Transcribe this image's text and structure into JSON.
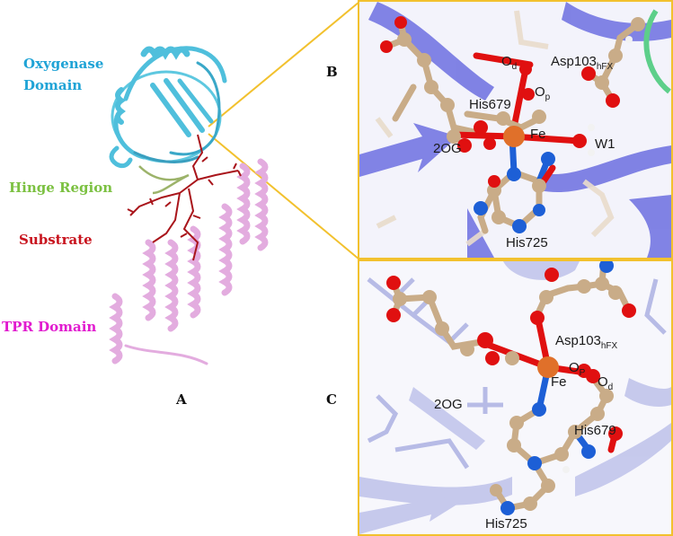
{
  "figure": {
    "panel_a": {
      "letter": "A",
      "labels": {
        "oxygenase_line1": "Oxygenase",
        "oxygenase_line2": "Domain",
        "hinge": "Hinge Region",
        "substrate": "Substrate",
        "tpr": "TPR Domain"
      },
      "colors": {
        "oxygenase": "#1fa3d6",
        "hinge": "#7cc142",
        "substrate": "#c8141e",
        "tpr": "#e11bcf",
        "oxygenase_ribbon": "#5cc6df",
        "tpr_ribbon": "#e7b3e3",
        "substrate_stick": "#a9151b"
      }
    },
    "panel_b": {
      "letter": "B",
      "labels": {
        "od": "O",
        "od_sub": "d",
        "op": "O",
        "op_sub": "p",
        "asp": "Asp103",
        "asp_sub": "hFX",
        "his679": "His679",
        "fe": "Fe",
        "w1": "W1",
        "og": "2OG",
        "his725": "His725"
      }
    },
    "panel_c": {
      "letter": "C",
      "labels": {
        "asp": "Asp103",
        "asp_sub": "hFX",
        "op": "O",
        "op_sub": "P",
        "fe": "Fe",
        "od": "O",
        "od_sub": "d",
        "og": "2OG",
        "his679": "His679",
        "his725": "His725"
      }
    },
    "colors": {
      "zoom_frame": "#f2c12e",
      "iron": "#e0702a",
      "oxygen": "#e01010",
      "nitrogen": "#1d5fd6",
      "carbon": "#c9ac88",
      "hydrogen": "#f2f2f2",
      "ribbon_b": "#6c6fe0",
      "ribbon_c": "#b9bde8"
    }
  }
}
